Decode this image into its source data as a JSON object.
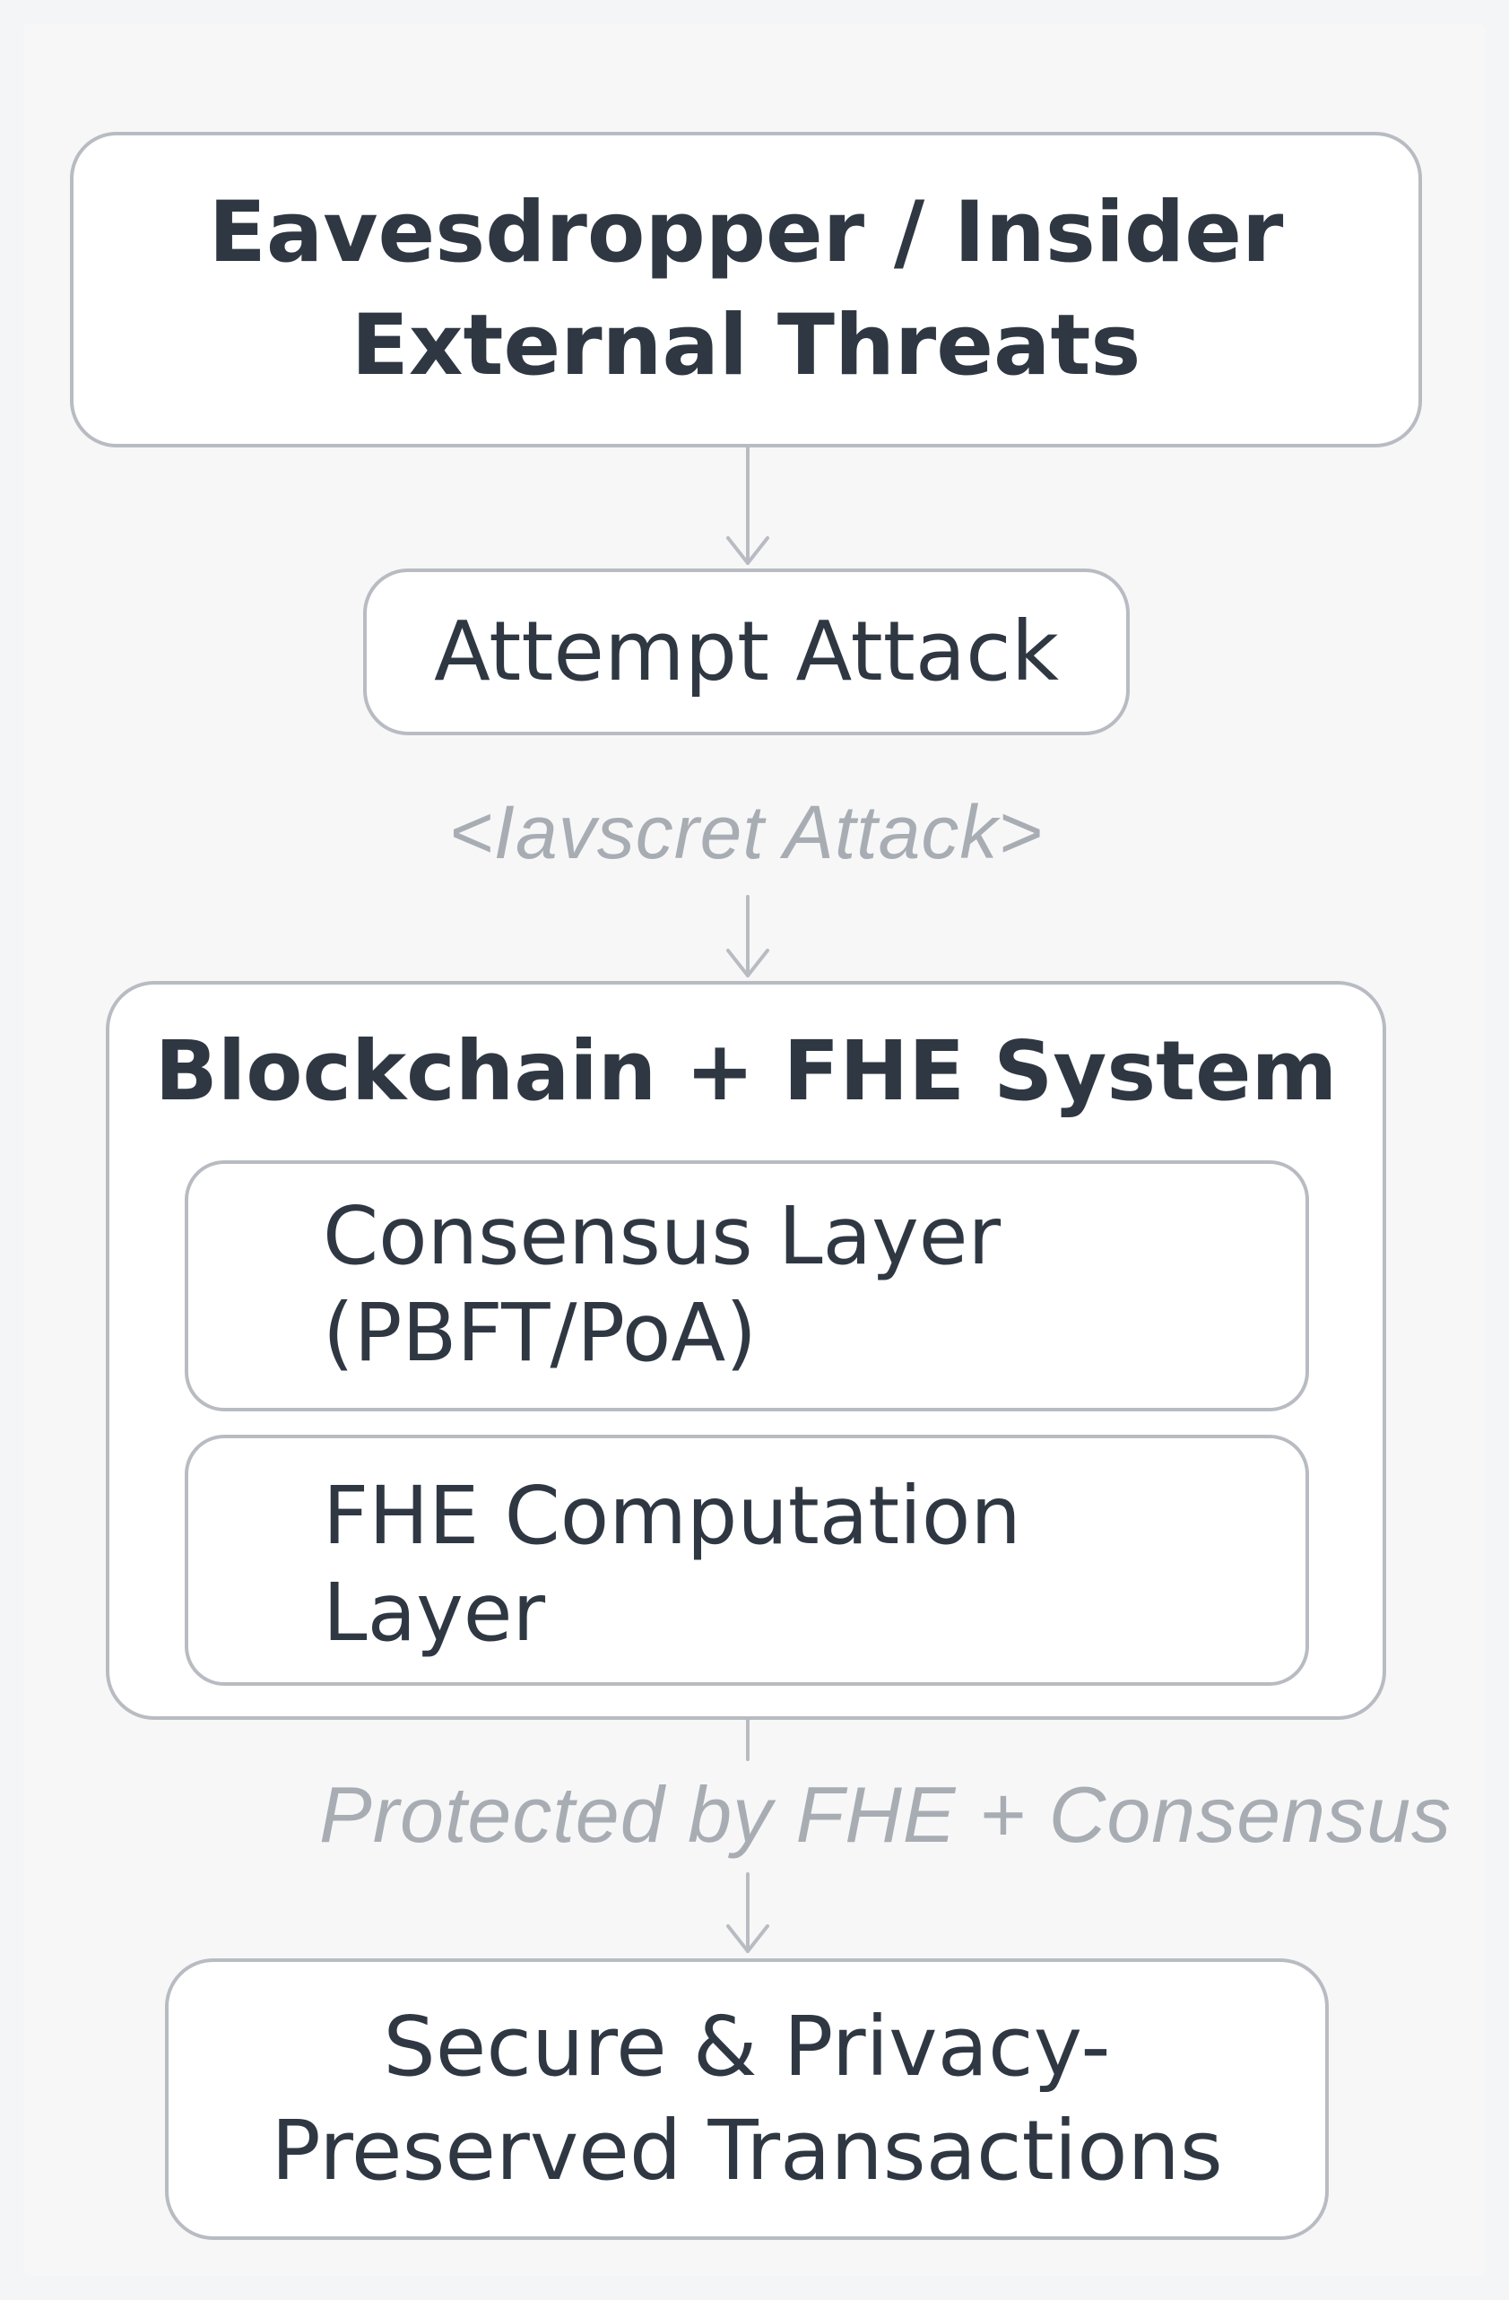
{
  "threats": {
    "line1": "Eavesdropper / Insider",
    "line2": "External Threats"
  },
  "attempt": {
    "label": "Attempt Attack"
  },
  "secret_note": {
    "text": "<Iavscret Attack>"
  },
  "system": {
    "title": "Blockchain + FHE System",
    "consensus": {
      "line1": "Consensus Layer",
      "line2": "(PBFT/PoA)"
    },
    "fhe": {
      "line1": "FHE Computation",
      "line2": "Layer"
    }
  },
  "protected_note": {
    "text": "Protected by FHE + Consensus"
  },
  "result": {
    "line1": "Secure & Privacy-",
    "line2": "Preserved Transactions"
  },
  "colors": {
    "border": "#b8bcc2",
    "text": "#2f3842",
    "note": "#a8adb4",
    "background": "#f4f5f6"
  }
}
